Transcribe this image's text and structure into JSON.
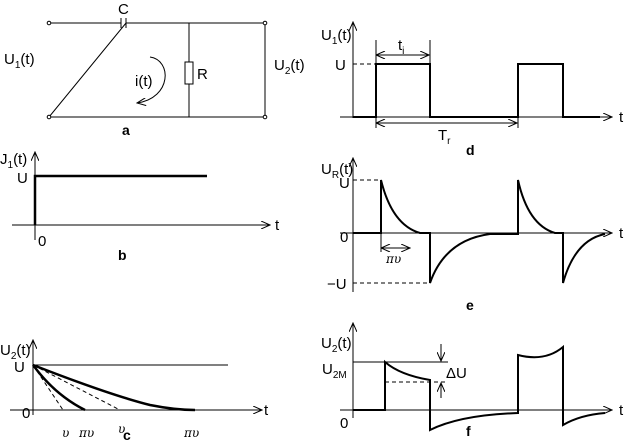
{
  "panel_a": {
    "label": "a",
    "capacitor": "C",
    "resistor": "R",
    "current": "i(t)",
    "input": "U",
    "input_sub": "1",
    "input_t": "(t)",
    "output": "U",
    "output_sub": "2",
    "output_t": "(t)"
  },
  "panel_b": {
    "label": "b",
    "ylabel": "J",
    "ylabel_sub": "1",
    "ylabel_t": "(t)",
    "level": "U",
    "origin": "0",
    "xaxis": "t"
  },
  "panel_c": {
    "label": "c",
    "ylabel": "U",
    "ylabel_sub": "2",
    "ylabel_t": "(t)",
    "level": "U",
    "origin": "0",
    "xaxis": "t",
    "ticks": [
      "υ",
      "πυ",
      "υ",
      "πυ"
    ]
  },
  "panel_d": {
    "label": "d",
    "ylabel": "U",
    "ylabel_sub": "1",
    "ylabel_t": "(t)",
    "level": "U",
    "xaxis": "t",
    "pulse_width": "t",
    "pulse_width_sub": "i",
    "period": "T",
    "period_sub": "r"
  },
  "panel_e": {
    "label": "e",
    "ylabel": "U",
    "ylabel_sub": "R",
    "ylabel_t": "(t)",
    "level_pos": "U",
    "level_neg": "−U",
    "origin": "0",
    "xaxis": "t",
    "tau": "πυ"
  },
  "panel_f": {
    "label": "f",
    "ylabel": "U",
    "ylabel_sub": "2",
    "ylabel_t": "(t)",
    "level": "U",
    "level_sub": "2M",
    "origin": "0",
    "xaxis": "t",
    "delta": "ΔU"
  }
}
